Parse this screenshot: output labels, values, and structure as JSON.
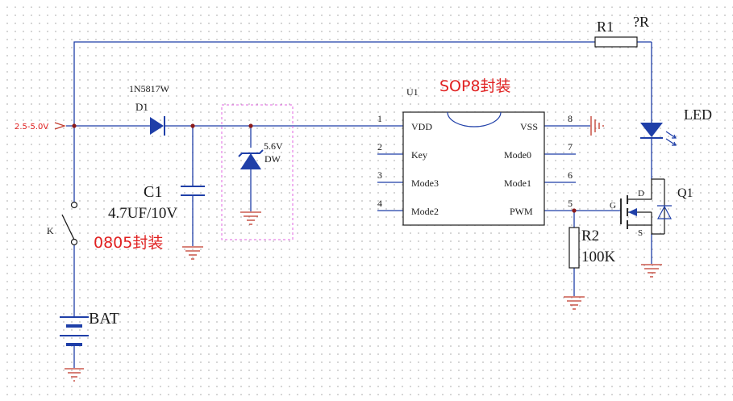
{
  "labels": {
    "supply": "2.5-5.0V",
    "d1_part": "1N5817W",
    "d1_ref": "D1",
    "c1_ref": "C1",
    "c1_value": "4.7UF/10V",
    "c1_package": "0805封装",
    "zener_voltage": "5.6V",
    "zener_ref": "DW",
    "switch_ref": "K",
    "battery_ref": "BAT",
    "u1_ref": "U1",
    "u1_package": "SOP8封装",
    "r1_ref": "R1",
    "r1_value": "?R",
    "led_ref": "LED",
    "q1_ref": "Q1",
    "r2_ref": "R2",
    "r2_value": "100K",
    "q1_gate": "G",
    "q1_drain": "D",
    "q1_source": "S"
  },
  "ic_pins": [
    {
      "num": "1",
      "name": "VDD"
    },
    {
      "num": "2",
      "name": "Key"
    },
    {
      "num": "3",
      "name": "Mode3"
    },
    {
      "num": "4",
      "name": "Mode2"
    },
    {
      "num": "8",
      "name": "VSS"
    },
    {
      "num": "7",
      "name": "Mode0"
    },
    {
      "num": "6",
      "name": "Mode1"
    },
    {
      "num": "5",
      "name": "PWM"
    }
  ],
  "colors": {
    "wire": "#1f3fa8",
    "ground": "#c0392b",
    "package_note": "#e02020",
    "zener_box": "#e066e0"
  }
}
